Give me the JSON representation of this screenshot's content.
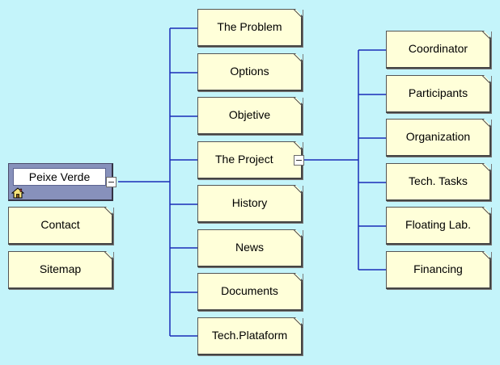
{
  "colors": {
    "background": "#c4f4fa",
    "node_fill": "#ffffd9",
    "root_fill": "#8791bb",
    "connector": "#1a2db8"
  },
  "root": {
    "label": "Peixe Verde",
    "icon": "home-icon"
  },
  "root_siblings": [
    {
      "label": "Contact"
    },
    {
      "label": "Sitemap"
    }
  ],
  "level1": [
    {
      "label": "The Problem"
    },
    {
      "label": "Options"
    },
    {
      "label": "Objetive"
    },
    {
      "label": "The Project"
    },
    {
      "label": "History"
    },
    {
      "label": "News"
    },
    {
      "label": "Documents"
    },
    {
      "label": "Tech.Plataform"
    }
  ],
  "project_children": [
    {
      "label": "Coordinator"
    },
    {
      "label": "Participants"
    },
    {
      "label": "Organization"
    },
    {
      "label": "Tech. Tasks"
    },
    {
      "label": "Floating Lab."
    },
    {
      "label": "Financing"
    }
  ]
}
